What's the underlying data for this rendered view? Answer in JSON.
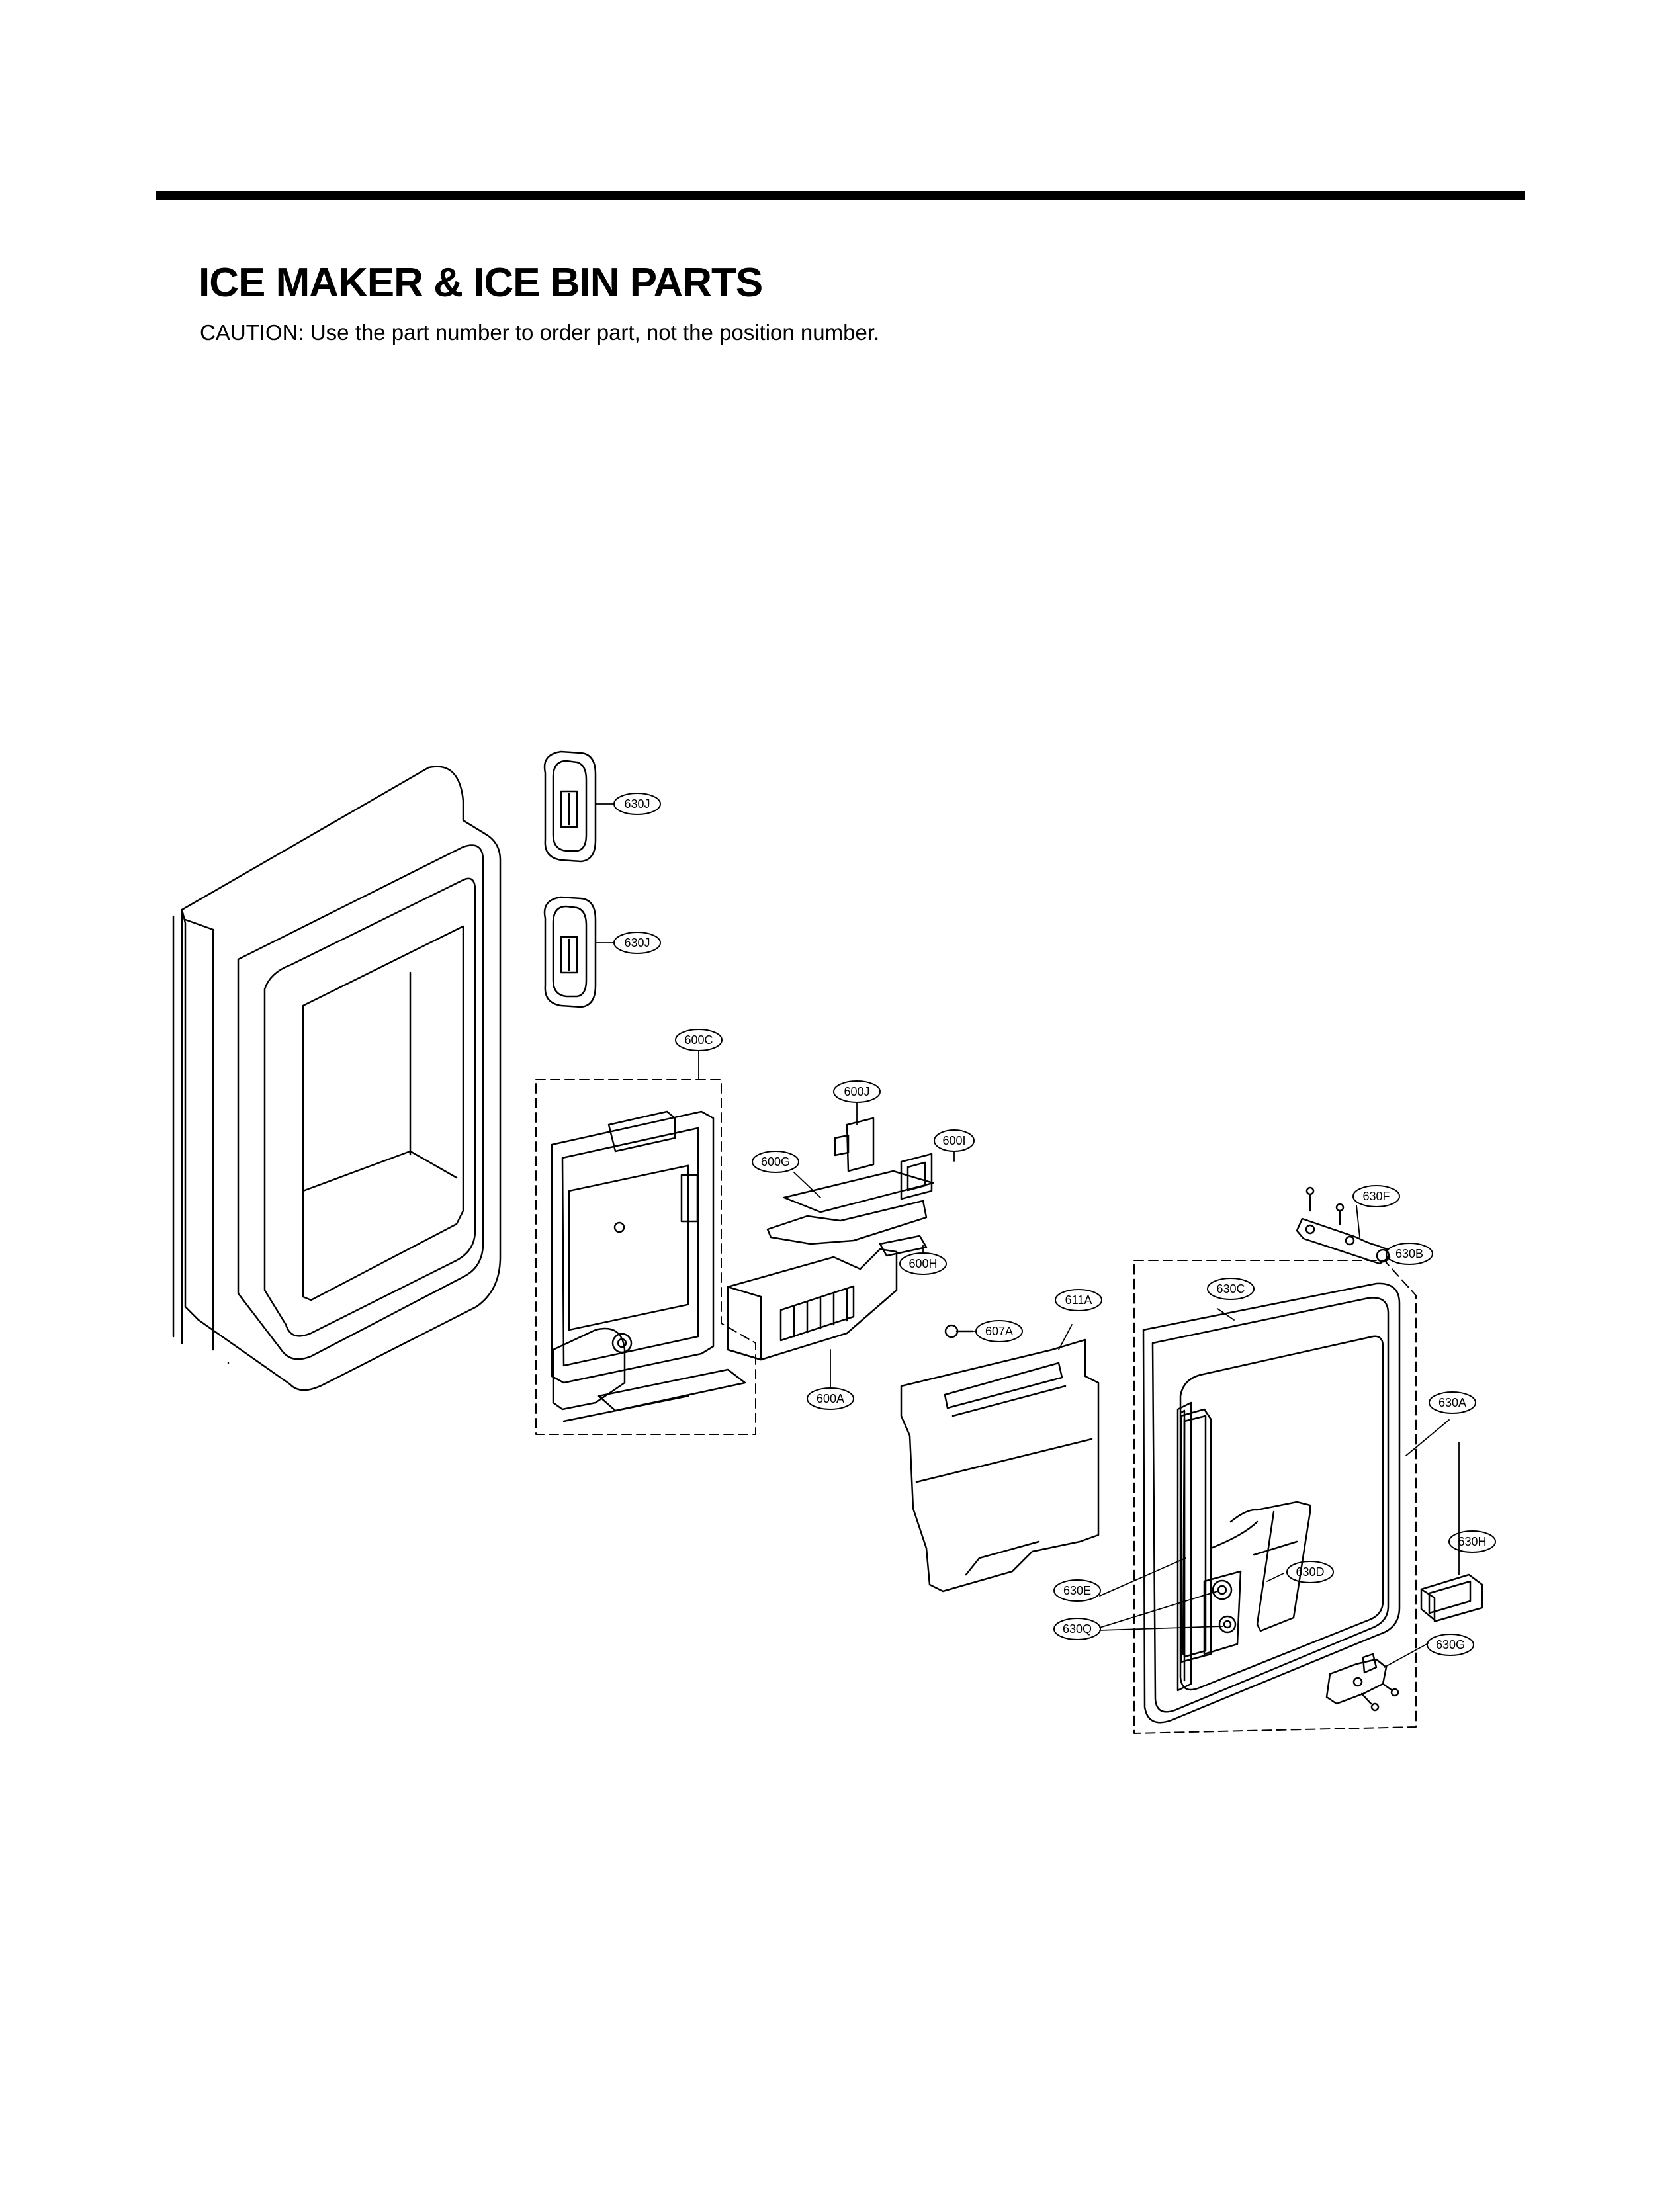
{
  "header": {
    "title": "ICE MAKER & ICE BIN PARTS",
    "caution": "CAUTION: Use the part number to order part, not the position number."
  },
  "callouts": [
    {
      "id": "630J",
      "label": "630J"
    },
    {
      "id": "630J-2",
      "label": "630J"
    },
    {
      "id": "600C",
      "label": "600C"
    },
    {
      "id": "600J",
      "label": "600J"
    },
    {
      "id": "600I",
      "label": "600I"
    },
    {
      "id": "600G",
      "label": "600G"
    },
    {
      "id": "600H",
      "label": "600H"
    },
    {
      "id": "600A",
      "label": "600A"
    },
    {
      "id": "607A",
      "label": "607A"
    },
    {
      "id": "611A",
      "label": "611A"
    },
    {
      "id": "630F",
      "label": "630F"
    },
    {
      "id": "630B",
      "label": "630B"
    },
    {
      "id": "630C",
      "label": "630C"
    },
    {
      "id": "630A",
      "label": "630A"
    },
    {
      "id": "630H",
      "label": "630H"
    },
    {
      "id": "630D",
      "label": "630D"
    },
    {
      "id": "630E",
      "label": "630E"
    },
    {
      "id": "630Q",
      "label": "630Q"
    },
    {
      "id": "630G",
      "label": "630G"
    }
  ]
}
